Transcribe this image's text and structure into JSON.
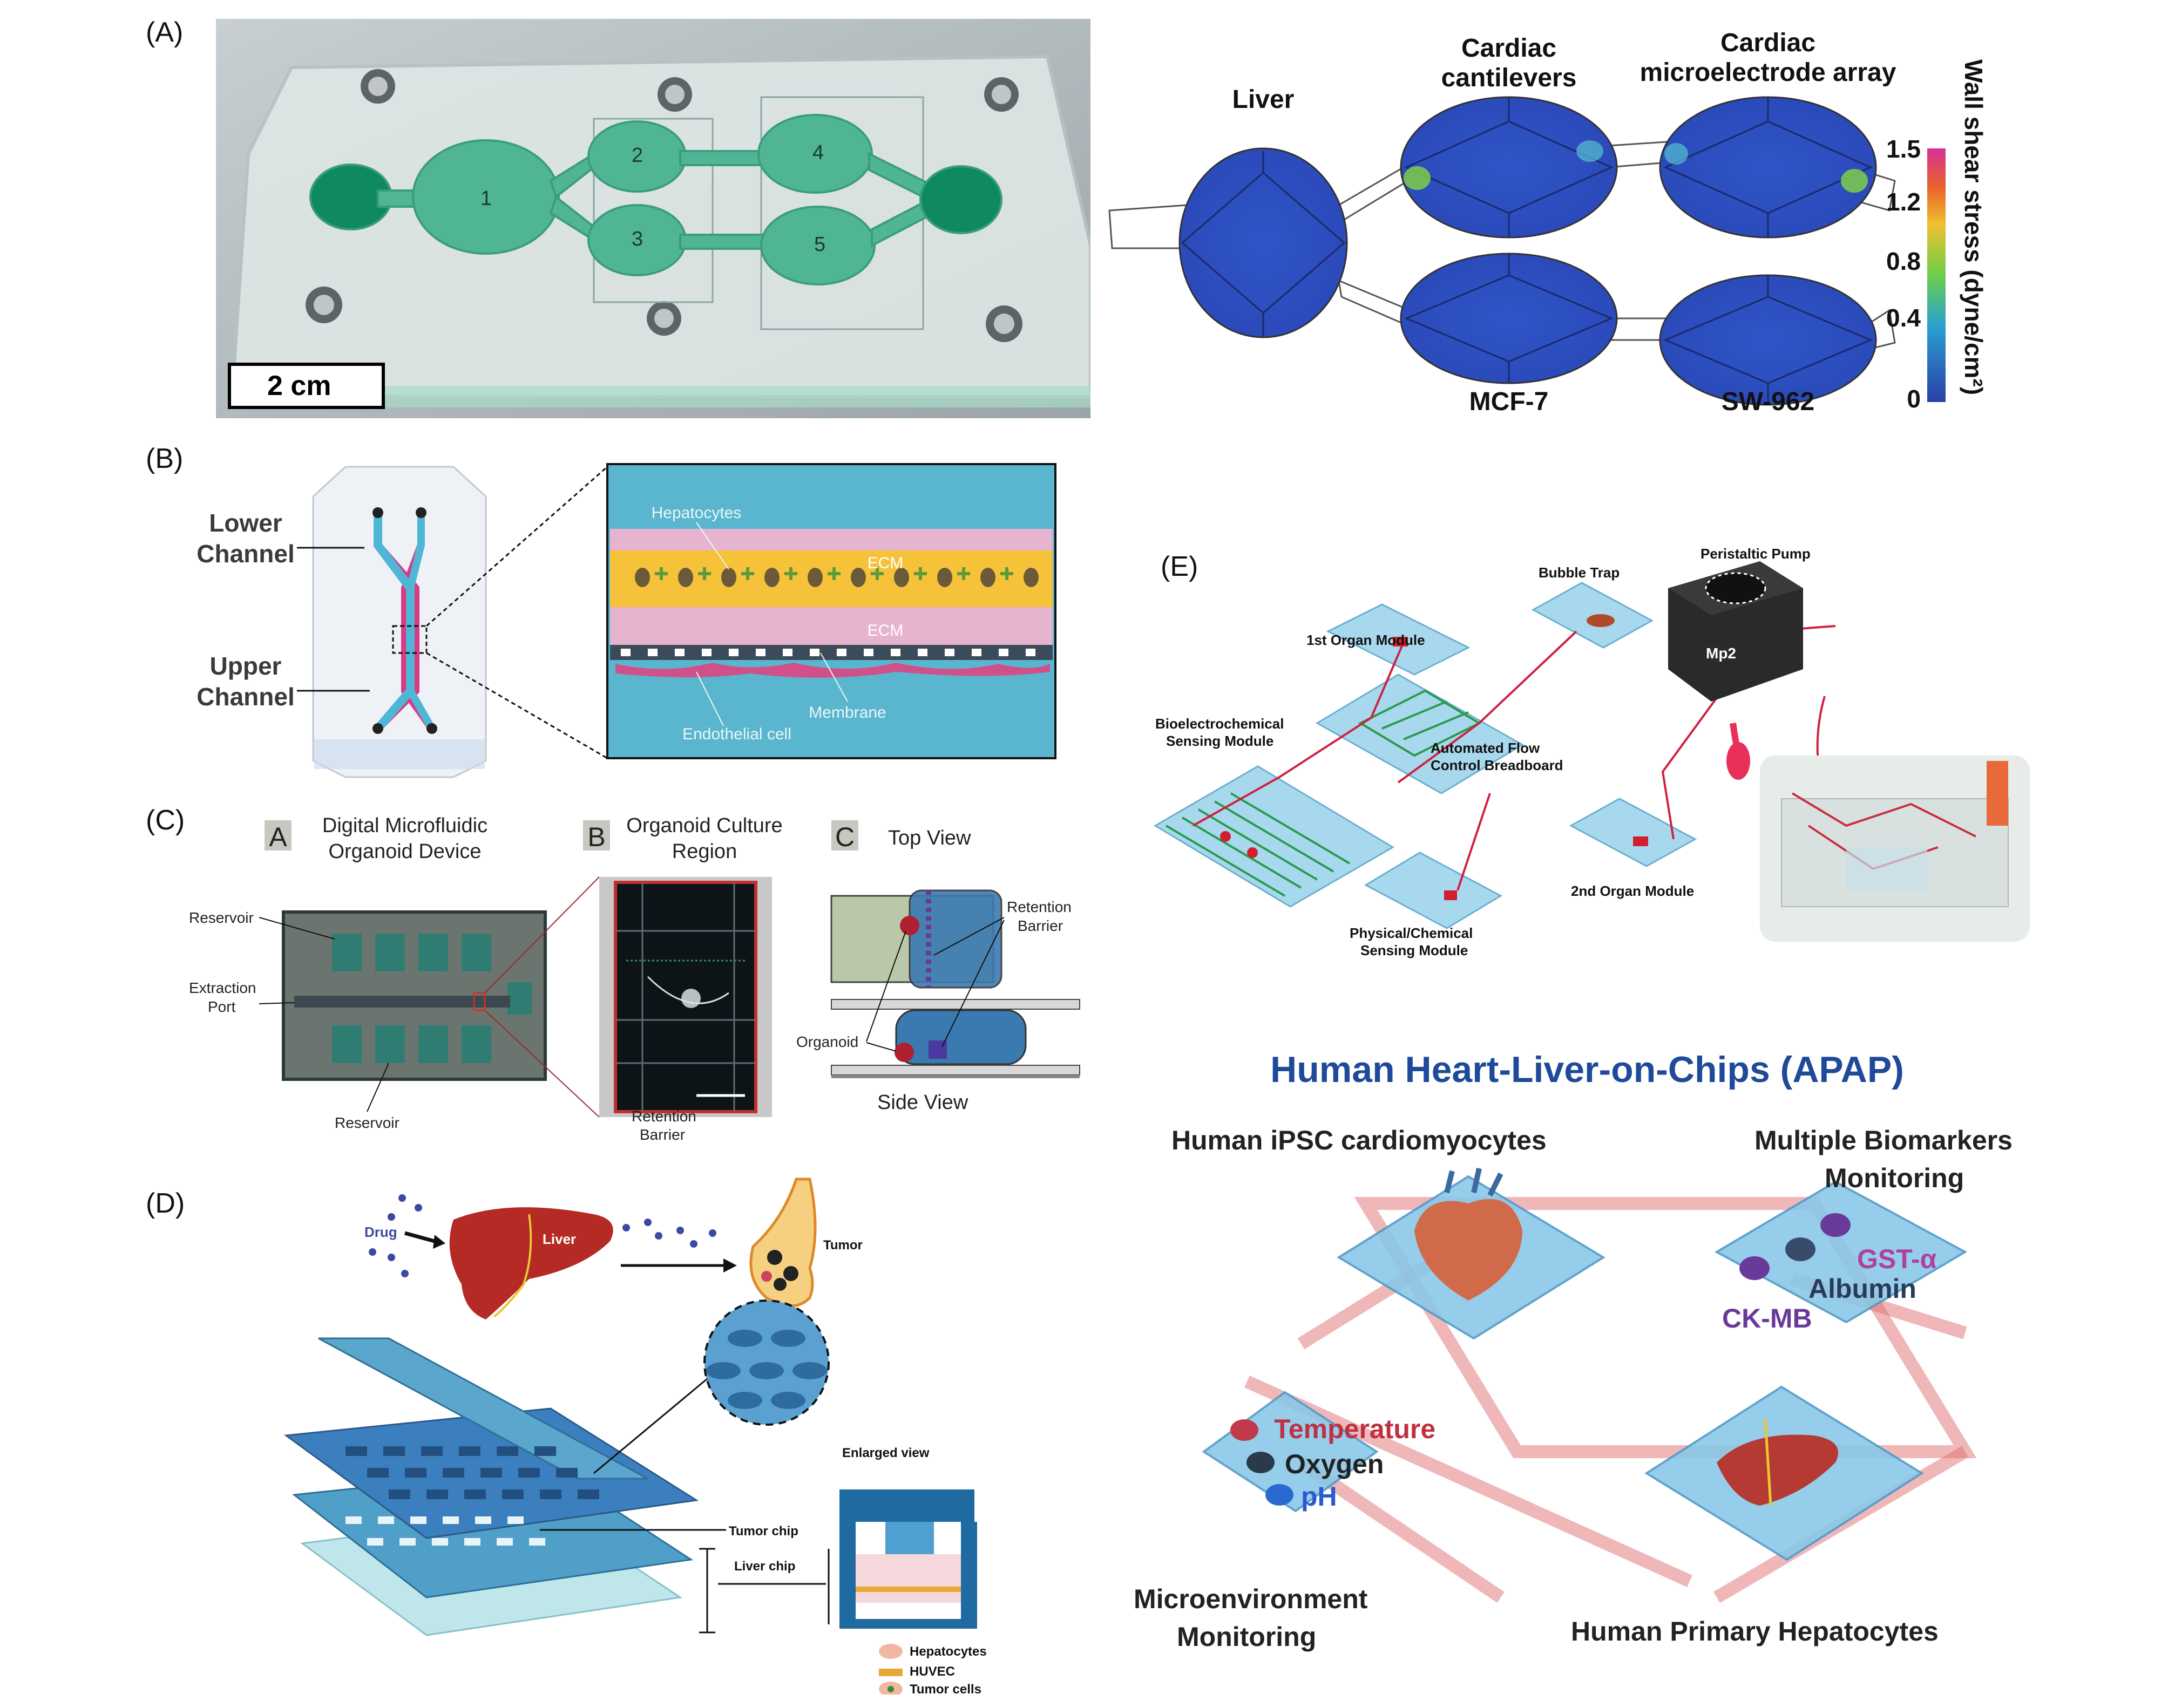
{
  "panels": {
    "A": {
      "label": "(A)",
      "photo": {
        "chambers": [
          "1",
          "2",
          "3",
          "4",
          "5"
        ],
        "scalebar": "2 cm"
      },
      "sim": {
        "organs": [
          "Liver",
          "Cardiac cantilevers",
          "Cardiac microelectrode array",
          "MCF-7",
          "SW-962"
        ],
        "organ_lines": {
          "cantilevers": [
            "Cardiac",
            "cantilevers"
          ],
          "mea": [
            "Cardiac",
            "microelectrode array"
          ]
        },
        "colorbar_ticks": [
          "1.5",
          "1.2",
          "0.8",
          "0.4",
          "0"
        ],
        "colorbar_label": "Wall shear stress (dyne/cm²)",
        "colors": {
          "low": "#2a4fb8",
          "mid": "#6ccf4a",
          "high": "#e0306a"
        }
      }
    },
    "B": {
      "label": "(B)",
      "lower": [
        "Lower",
        "Channel"
      ],
      "upper": [
        "Upper",
        "Channel"
      ],
      "inset": {
        "hepatocytes": "Hepatocytes",
        "ecm_top": "ECM",
        "ecm_bottom": "ECM",
        "membrane": "Membrane",
        "endothelial": "Endothelial cell"
      }
    },
    "C": {
      "label": "(C)",
      "sub_a": {
        "letter": "A",
        "title": [
          "Digital Microfluidic",
          "Organoid Device"
        ],
        "reservoir_top": "Reservoir",
        "extraction": [
          "Extraction",
          "Port"
        ],
        "reservoir_bottom": "Reservoir"
      },
      "sub_b": {
        "letter": "B",
        "title": [
          "Organoid Culture",
          "Region"
        ],
        "retention": [
          "Retention",
          "Barrier"
        ]
      },
      "sub_c": {
        "letter": "C",
        "title": "Top View",
        "retention": [
          "Retention",
          "Barrier"
        ],
        "organoid": "Organoid",
        "side": "Side View"
      }
    },
    "D": {
      "label": "(D)",
      "drug": "Drug",
      "liver": "Liver",
      "tumor": "Tumor",
      "enlarged": "Enlarged view",
      "tumor_chip": "Tumor chip",
      "liver_chip": "Liver chip",
      "legend": [
        "Hepatocytes",
        "HUVEC",
        "Tumor cells"
      ]
    },
    "E": {
      "label": "(E)",
      "pump": "Peristaltic Pump",
      "bubble": "Bubble Trap",
      "organ1": "1st Organ Module",
      "organ2": "2nd Organ Module",
      "bioelectro": [
        "Bioelectrochemical",
        "Sensing Module"
      ],
      "breadboard": [
        "Automated Flow",
        "Control Breadboard"
      ],
      "physical": [
        "Physical/Chemical",
        "Sensing Module"
      ],
      "pump_brand": "Mp2",
      "heart_liver": {
        "title": "Human Heart-Liver-on-Chips (APAP)",
        "ipsc": "Human iPSC cardiomyocytes",
        "biomarkers": [
          "Multiple Biomarkers",
          "Monitoring"
        ],
        "gst": "GST-α",
        "albumin": "Albumin",
        "ckmb": "CK-MB",
        "temperature": "Temperature",
        "oxygen": "Oxygen",
        "ph": "pH",
        "micro": [
          "Microenvironment",
          "Monitoring"
        ],
        "hepatocytes": "Human Primary Hepatocytes"
      }
    }
  }
}
